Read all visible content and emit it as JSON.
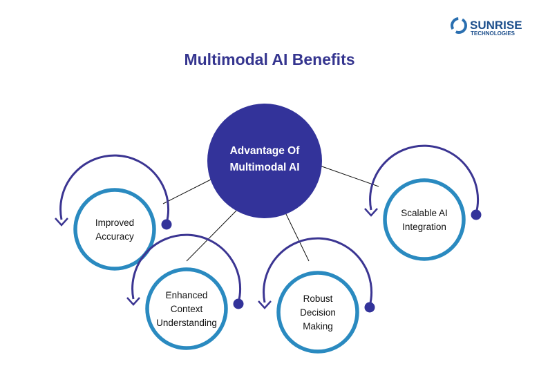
{
  "title": "Multimodal AI Benefits",
  "logo": {
    "name": "SUNRISE",
    "sub": "TECHNOLOGIES"
  },
  "center": {
    "line1": "Advantage Of",
    "line2": "Multimodal AI"
  },
  "nodes": [
    {
      "lines": [
        "Improved",
        "Accuracy"
      ]
    },
    {
      "lines": [
        "Enhanced",
        "Context",
        "Understanding"
      ]
    },
    {
      "lines": [
        "Robust",
        "Decision",
        "Making"
      ]
    },
    {
      "lines": [
        "Scalable AI",
        "Integration"
      ]
    }
  ],
  "colors": {
    "primary": "#33339a",
    "ring": "#2a8ac0",
    "arc": "#3b3592"
  }
}
